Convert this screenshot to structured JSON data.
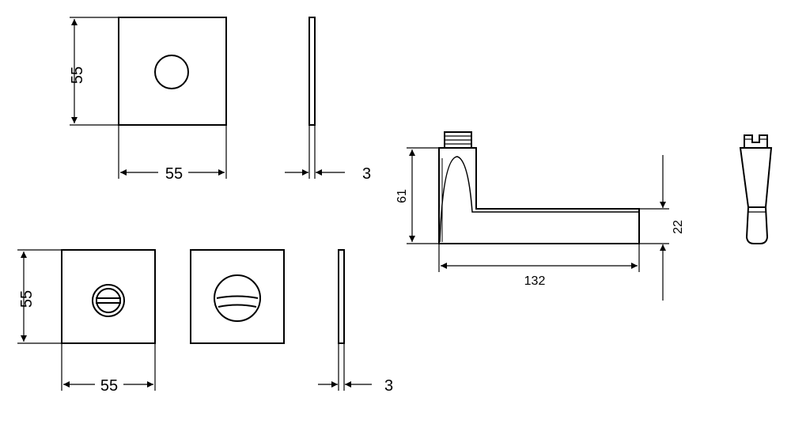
{
  "colors": {
    "ink": "#000000",
    "background": "#ffffff"
  },
  "top_rosette": {
    "height_label": "55",
    "width_label": "55",
    "thickness_label": "3"
  },
  "bottom_rosette": {
    "height_label": "55",
    "width_label": "55",
    "thickness_label": "3"
  },
  "lever": {
    "height_label": "61",
    "length_label": "132",
    "grip_label": "22"
  }
}
